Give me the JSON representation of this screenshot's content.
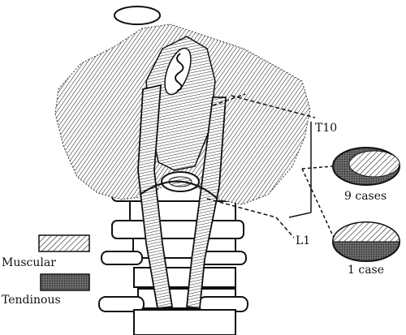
{
  "labels": {
    "t10": "T10",
    "l1": "L1",
    "nine_cases": "9 cases",
    "one_case": "1 case"
  },
  "legend": {
    "muscular": "Muscular",
    "tendinous": "Tendinous"
  },
  "colors": {
    "ink": "#111111",
    "tendinous_fill": "#6a6a6a",
    "background": "#ffffff"
  }
}
